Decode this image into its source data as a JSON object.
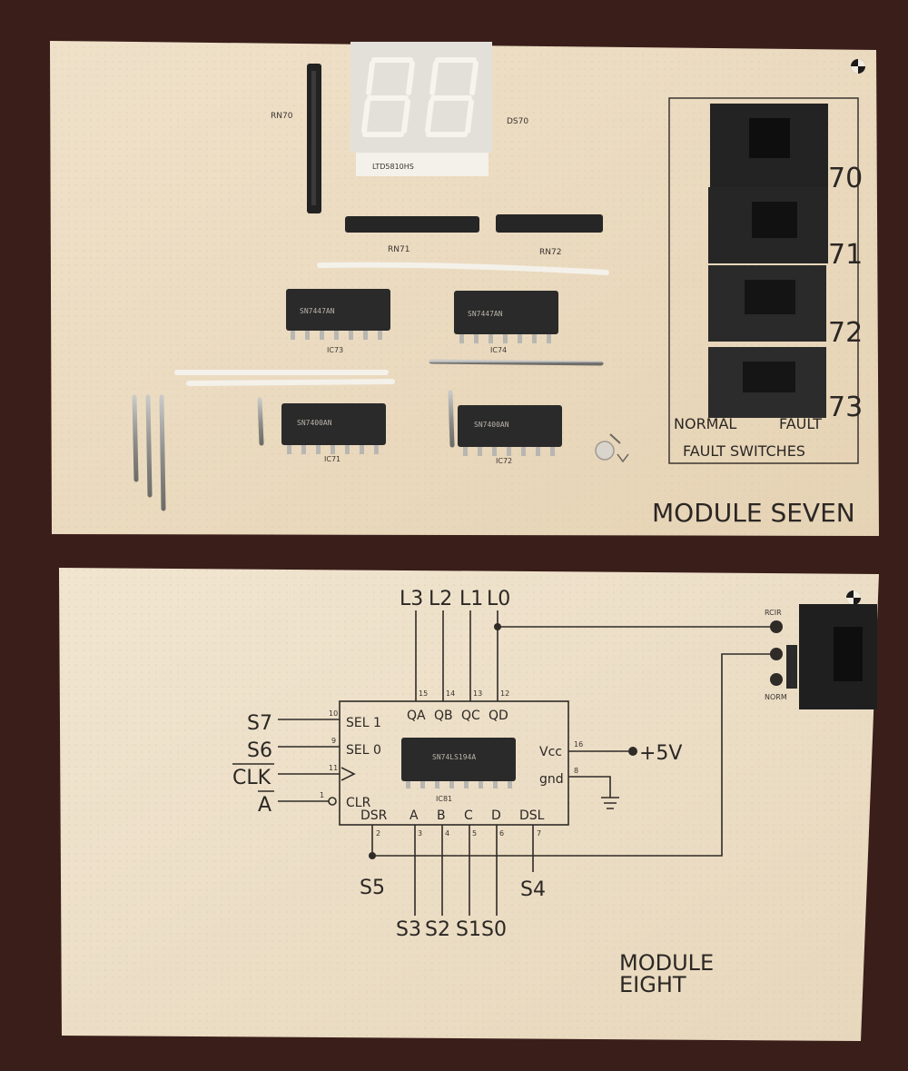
{
  "module_seven": {
    "title": "MODULE SEVEN",
    "labels": {
      "rn70": "RN70",
      "ds70": "DS70",
      "rn71": "RN71",
      "rn72": "RN72",
      "ic73": "IC73",
      "ic74": "IC74",
      "ic71": "IC71",
      "ic72": "IC72"
    },
    "display_label": "LTD5810HS",
    "chip_markings": {
      "ic73": "SN7447AN",
      "ic74": "SN7447AN",
      "ic71": "SN7400AN",
      "ic72": "SN7400AN"
    },
    "fault_switches": {
      "title": "FAULT SWITCHES",
      "normal": "NORMAL",
      "fault": "FAULT",
      "switch_numbers": [
        "70",
        "71",
        "72",
        "73"
      ]
    }
  },
  "module_eight": {
    "title_line1": "MODULE",
    "title_line2": "EIGHT",
    "chip": {
      "label": "IC81",
      "marking": "SN74LS194A"
    },
    "top_outputs": [
      "L3",
      "L2",
      "L1",
      "L0"
    ],
    "pin_labels_top": [
      "QA",
      "QB",
      "QC",
      "QD"
    ],
    "pin_numbers_top": [
      "15",
      "14",
      "13",
      "12"
    ],
    "left_inputs": [
      {
        "signal": "S7",
        "pin": "10",
        "name": "SEL 1"
      },
      {
        "signal": "S6",
        "pin": "9",
        "name": "SEL 0"
      },
      {
        "signal": "CLK",
        "pin": "11",
        "name": ""
      },
      {
        "signal": "A",
        "pin": "1",
        "name": "CLR"
      }
    ],
    "bottom_pins": [
      {
        "name": "DSR",
        "pin": "2"
      },
      {
        "name": "A",
        "pin": "3"
      },
      {
        "name": "B",
        "pin": "4"
      },
      {
        "name": "C",
        "pin": "5"
      },
      {
        "name": "D",
        "pin": "6"
      },
      {
        "name": "DSL",
        "pin": "7"
      }
    ],
    "bottom_signals": [
      "S3",
      "S2",
      "S1",
      "S0"
    ],
    "s5": "S5",
    "s4": "S4",
    "vcc": "Vcc",
    "vcc_pin": "16",
    "gnd": "gnd",
    "gnd_pin": "8",
    "power": "+5V",
    "switch_top": "RCIR",
    "switch_bottom": "NORM"
  }
}
